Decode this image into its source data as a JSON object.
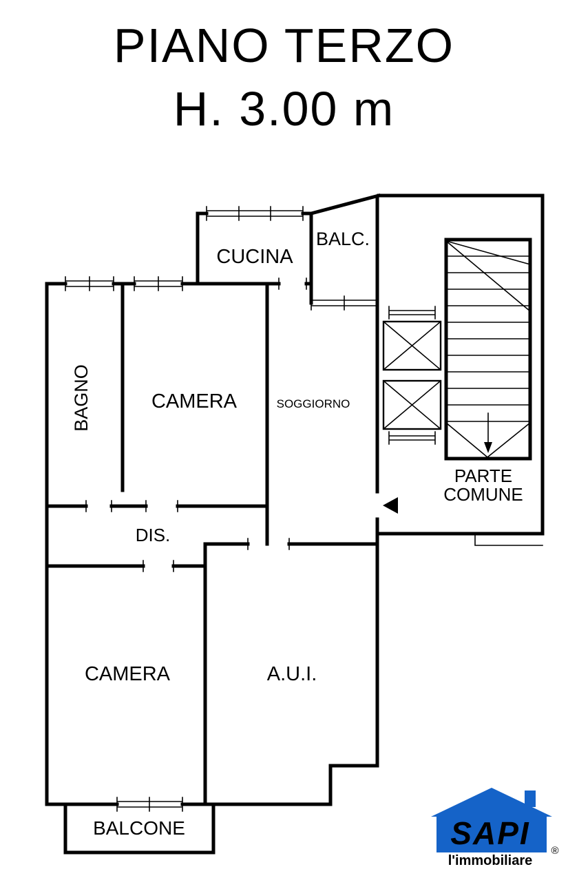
{
  "title": {
    "line1": "PIANO TERZO",
    "line2": "H. 3.00 m"
  },
  "floorplan": {
    "rooms": {
      "cucina": "CUCINA",
      "balc": "BALC.",
      "bagno": "BAGNO",
      "camera_top": "CAMERA",
      "soggiorno": "SOGGIORNO",
      "parte_comune_1": "PARTE",
      "parte_comune_2": "COMUNE",
      "dis": "DIS.",
      "camera_bottom": "CAMERA",
      "aui": "A.U.I.",
      "balcone": "BALCONE"
    }
  },
  "logo": {
    "brand": "SAPI",
    "registered": "®",
    "tagline": "l'immobiliare",
    "color": "#1563c8"
  },
  "colors": {
    "line": "#000000",
    "background": "#ffffff"
  }
}
